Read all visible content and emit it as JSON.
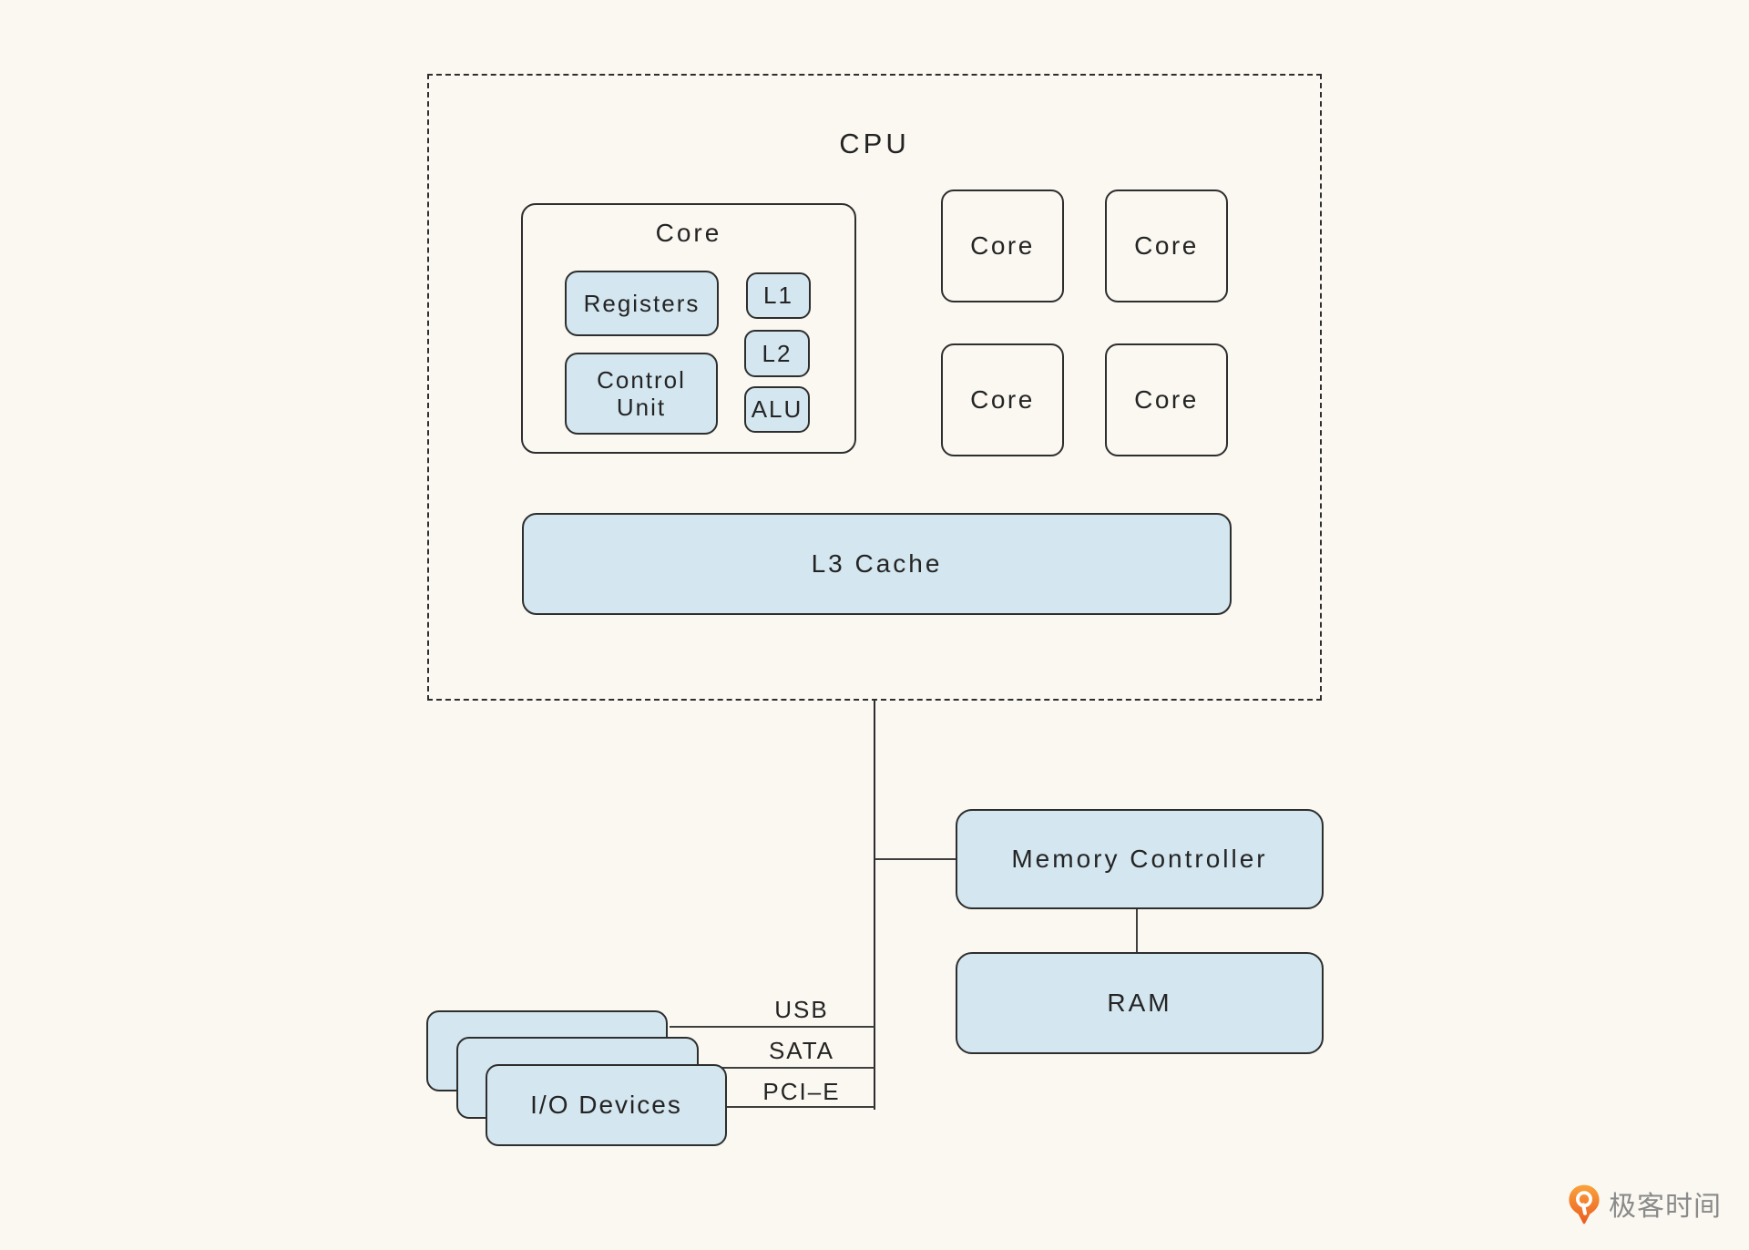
{
  "colors": {
    "background": "#FAF8F1",
    "box_fill_blue": "#D4E6EF",
    "box_border": "#2E2E2E",
    "connector_line": "#3F3F3F",
    "text": "#242424",
    "logo_orange_top": "#F9A33C",
    "logo_orange_bottom": "#EC5A21",
    "logo_text_gray": "#8A8A8A"
  },
  "cpu": {
    "label": "CPU"
  },
  "detailed_core": {
    "label": "Core",
    "registers_label": "Registers",
    "control_unit_label": "Control Unit",
    "l1_label": "L1",
    "l2_label": "L2",
    "alu_label": "ALU"
  },
  "cores": [
    {
      "label": "Core"
    },
    {
      "label": "Core"
    },
    {
      "label": "Core"
    },
    {
      "label": "Core"
    }
  ],
  "l3_cache": {
    "label": "L3 Cache"
  },
  "memory_controller": {
    "label": "Memory Controller"
  },
  "ram": {
    "label": "RAM"
  },
  "io_devices": {
    "label": "I/O Devices"
  },
  "buses": {
    "usb": "USB",
    "sata": "SATA",
    "pcie": "PCI–E"
  },
  "logo": {
    "text": "极客时间",
    "icon": "geektime-pin-icon"
  }
}
